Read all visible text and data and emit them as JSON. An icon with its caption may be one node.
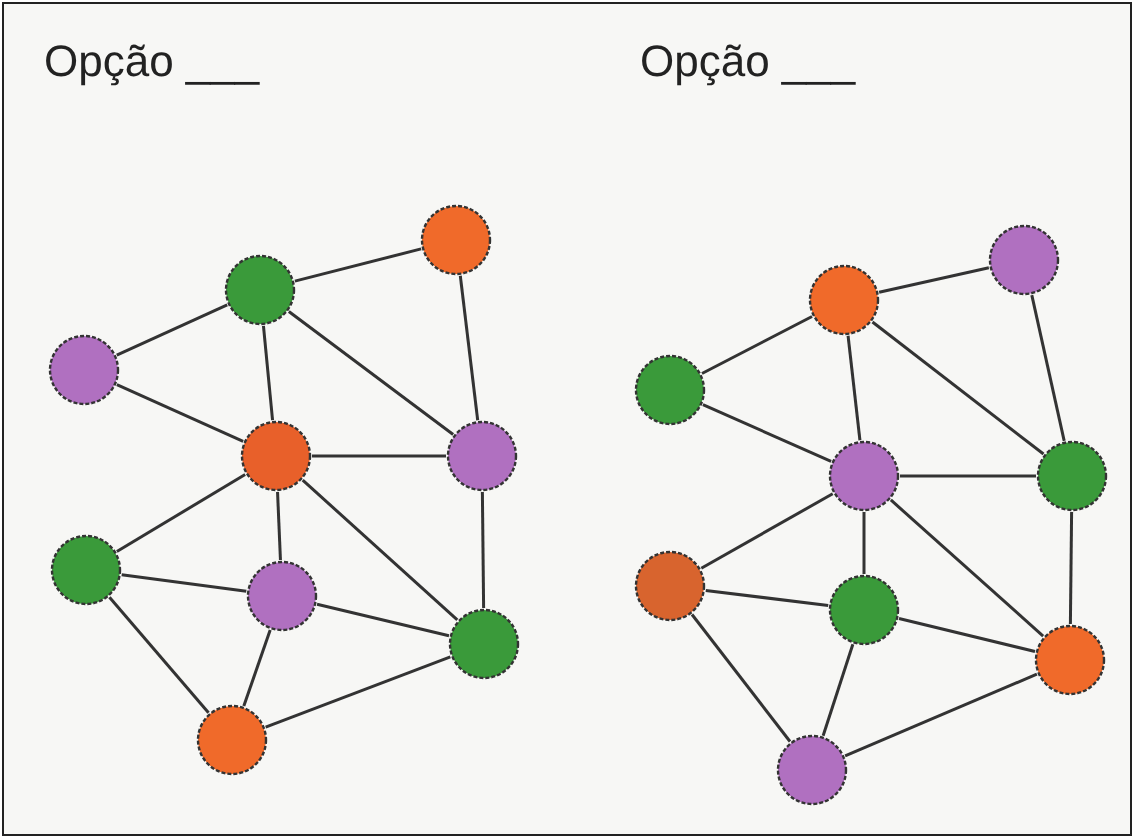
{
  "diagram": {
    "nodes": [
      {
        "text": [],
        "shape": "circle"
      },
      {
        "text": [],
        "shape": "circle"
      },
      {
        "text": [],
        "shape": "circle"
      },
      {
        "text": [],
        "shape": "circle"
      },
      {
        "text": [],
        "shape": "circle"
      },
      {
        "text": [],
        "shape": "circle"
      },
      {
        "text": [],
        "shape": "circle"
      },
      {
        "text": [],
        "shape": "circle"
      },
      {
        "text": [],
        "shape": "circle"
      },
      {
        "text": [],
        "shape": "circle"
      },
      {
        "text": [],
        "shape": "circle"
      },
      {
        "text": [],
        "shape": "circle"
      },
      {
        "text": [],
        "shape": "circle"
      },
      {
        "text": [],
        "shape": "circle"
      },
      {
        "text": [],
        "shape": "circle"
      },
      {
        "text": [],
        "shape": "circle"
      },
      {
        "text": [],
        "shape": "circle"
      },
      {
        "text": [],
        "shape": "circle"
      }
    ],
    "edges": [
      {
        "from": 1,
        "to": 0,
        "arrow": "none"
      },
      {
        "from": 0,
        "to": 4,
        "arrow": "none"
      },
      {
        "from": 1,
        "to": 2,
        "arrow": "none"
      },
      {
        "from": 1,
        "to": 3,
        "arrow": "none"
      },
      {
        "from": 1,
        "to": 4,
        "arrow": "none"
      },
      {
        "from": 2,
        "to": 3,
        "arrow": "none"
      },
      {
        "from": 3,
        "to": 4,
        "arrow": "none"
      },
      {
        "from": 3,
        "to": 5,
        "arrow": "none"
      },
      {
        "from": 3,
        "to": 6,
        "arrow": "none"
      },
      {
        "from": 3,
        "to": 7,
        "arrow": "none"
      },
      {
        "from": 4,
        "to": 7,
        "arrow": "none"
      },
      {
        "from": 5,
        "to": 6,
        "arrow": "none"
      },
      {
        "from": 5,
        "to": 8,
        "arrow": "none"
      },
      {
        "from": 6,
        "to": 7,
        "arrow": "none"
      },
      {
        "from": 6,
        "to": 8,
        "arrow": "none"
      },
      {
        "from": 8,
        "to": 7,
        "arrow": "none"
      },
      {
        "from": 10,
        "to": 9,
        "arrow": "none"
      },
      {
        "from": 9,
        "to": 13,
        "arrow": "none"
      },
      {
        "from": 10,
        "to": 11,
        "arrow": "none"
      },
      {
        "from": 10,
        "to": 12,
        "arrow": "none"
      },
      {
        "from": 10,
        "to": 13,
        "arrow": "none"
      },
      {
        "from": 11,
        "to": 12,
        "arrow": "none"
      },
      {
        "from": 12,
        "to": 13,
        "arrow": "none"
      },
      {
        "from": 12,
        "to": 14,
        "arrow": "none"
      },
      {
        "from": 12,
        "to": 15,
        "arrow": "none"
      },
      {
        "from": 12,
        "to": 16,
        "arrow": "none"
      },
      {
        "from": 13,
        "to": 16,
        "arrow": "none"
      },
      {
        "from": 14,
        "to": 15,
        "arrow": "none"
      },
      {
        "from": 14,
        "to": 17,
        "arrow": "none"
      },
      {
        "from": 15,
        "to": 16,
        "arrow": "none"
      },
      {
        "from": 15,
        "to": 17,
        "arrow": "none"
      },
      {
        "from": 17,
        "to": 16,
        "arrow": "none"
      }
    ],
    "labels": [
      "Opção ___",
      "Opção ___"
    ]
  }
}
